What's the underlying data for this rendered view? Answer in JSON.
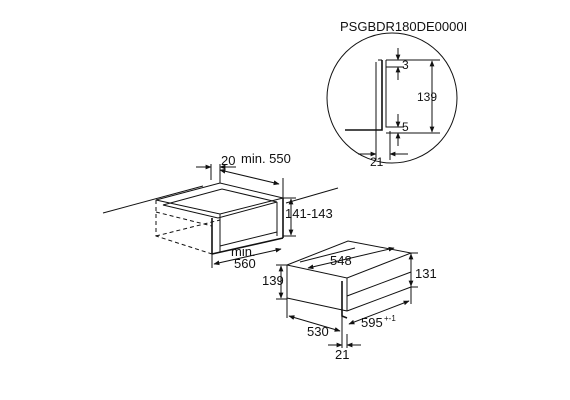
{
  "model_code": "PSGBDR180DE0000I",
  "detail_view": {
    "dim_top_gap": "3",
    "dim_height": "139",
    "dim_bottom_gap": "5",
    "dim_depth": "21"
  },
  "cabinet_niche": {
    "dim_offset": "20",
    "dim_min_depth_label": "min. 550",
    "dim_height_range": "141-143",
    "dim_min_width_prefix": "min.",
    "dim_min_width": "560"
  },
  "appliance": {
    "dim_inner_width": "548",
    "dim_front_height": "139",
    "dim_body_height": "131",
    "dim_depth": "530",
    "dim_width": "595",
    "dim_width_tolerance": "+-1",
    "dim_front_thickness": "21"
  }
}
